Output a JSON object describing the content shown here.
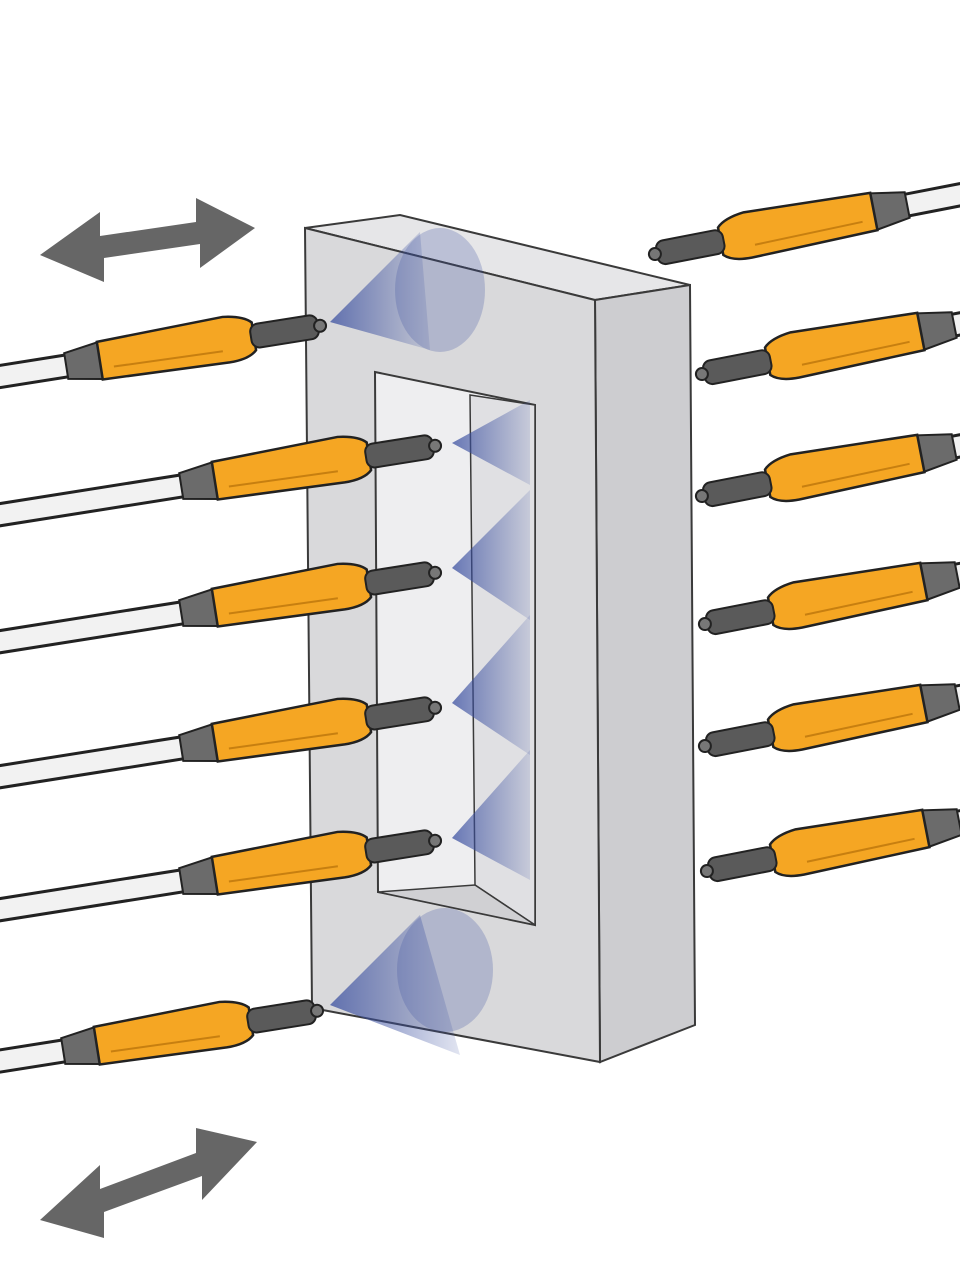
{
  "diagram": {
    "subject": "spray-guns-coating-frame",
    "colors": {
      "background": "#ffffff",
      "frame_front": "#d9d9db",
      "frame_top": "#e6e6e8",
      "frame_side": "#cfcfd2",
      "frame_inner": "#e9e9eb",
      "outline": "#3a3a3a",
      "gun_body": "#f5a623",
      "gun_nozzle": "#5a5a5a",
      "gun_rod": "#f2f2f2",
      "spray": "#3a4fa0",
      "arrow": "#666666"
    },
    "icons": [
      "double-arrow-icon",
      "spray-gun-icon"
    ],
    "left_gun_count": 6,
    "right_gun_count": 6
  }
}
